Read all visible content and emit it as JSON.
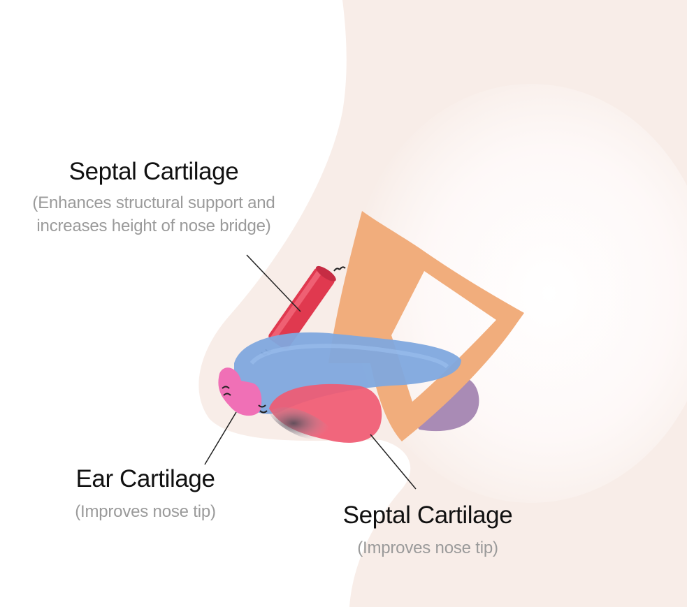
{
  "labels": {
    "bridge_graft": {
      "title": "Septal Cartilage",
      "desc_line1": "(Enhances structural support and",
      "desc_line2": "increases height of nose bridge)"
    },
    "ear_graft": {
      "title": "Ear Cartilage",
      "desc": "(Improves nose tip)"
    },
    "tip_graft": {
      "title": "Septal Cartilage",
      "desc": "(Improves nose tip)"
    }
  },
  "colors": {
    "skin": "#f8ede8",
    "septum": "#f1ad7c",
    "lower_lateral": "#7fa8de",
    "bridge_graft": "#e0394f",
    "tip_graft": "#f05a72",
    "ear_graft": "#f070b6",
    "alar": "#a98bb5",
    "leader_line": "#222222",
    "title_text": "#111111",
    "desc_text": "#9a9a9a"
  }
}
